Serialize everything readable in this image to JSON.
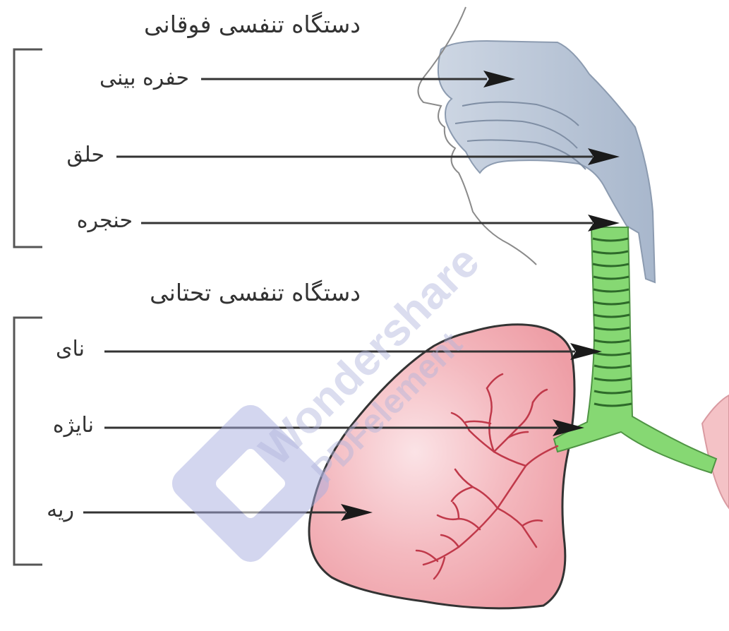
{
  "diagram": {
    "groups": {
      "upper": "دستگاه تنفسی فوقانی",
      "lower": "دستگاه تنفسی تحتانی"
    },
    "parts": [
      {
        "id": "nasal-cavity",
        "label": "حفره بینی"
      },
      {
        "id": "pharynx",
        "label": "حلق"
      },
      {
        "id": "larynx",
        "label": "حنجره"
      },
      {
        "id": "trachea",
        "label": "نای"
      },
      {
        "id": "bronchus",
        "label": "نایژه"
      },
      {
        "id": "lung",
        "label": "ریه"
      }
    ]
  },
  "watermark": {
    "line1": "Wondershare",
    "line2": "PDFelement"
  },
  "colors": {
    "airway_upper": "#aab8cc",
    "trachea": "#86d873",
    "lung": "#f2b3b8",
    "lung_outline": "#333333",
    "bronchiole": "#c0394a",
    "watermark": "#b4b9e0"
  },
  "icons": {
    "watermark_logo": "wondershare-diamond-logo"
  }
}
